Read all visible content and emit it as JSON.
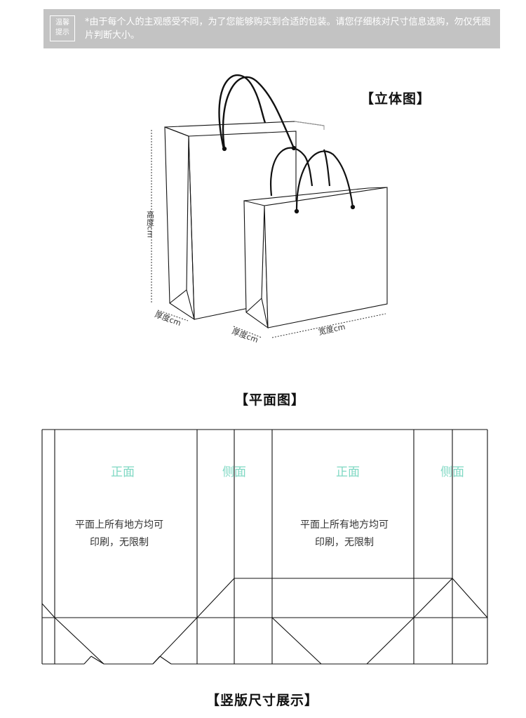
{
  "notice": {
    "badge_line1": "温馨",
    "badge_line2": "提示",
    "text": "*由于每个人的主观感受不同，为了您能够购买到合适的包装。请您仔细核对尺寸信息选购，勿仅凭图片判断大小。"
  },
  "headings": {
    "three_d": "【立体图】",
    "flat": "【平面图】",
    "vertical": "【竖版尺寸展示】"
  },
  "dimensions": {
    "height": "高度cm",
    "thickness_large": "厚度cm",
    "thickness_small": "厚度cm",
    "width": "宽度cm"
  },
  "flat_view": {
    "front_left": "正面",
    "side_left": "侧面",
    "front_right": "正面",
    "side_right": "侧面",
    "note_left_line1": "平面上所有地方均可",
    "note_left_line2": "印刷，无限制",
    "note_right_line1": "平面上所有地方均可",
    "note_right_line2": "印刷，无限制"
  },
  "colors": {
    "notice_bg": "#c3c3c3",
    "panel_label": "#7fd8c3",
    "line": "#111111"
  }
}
